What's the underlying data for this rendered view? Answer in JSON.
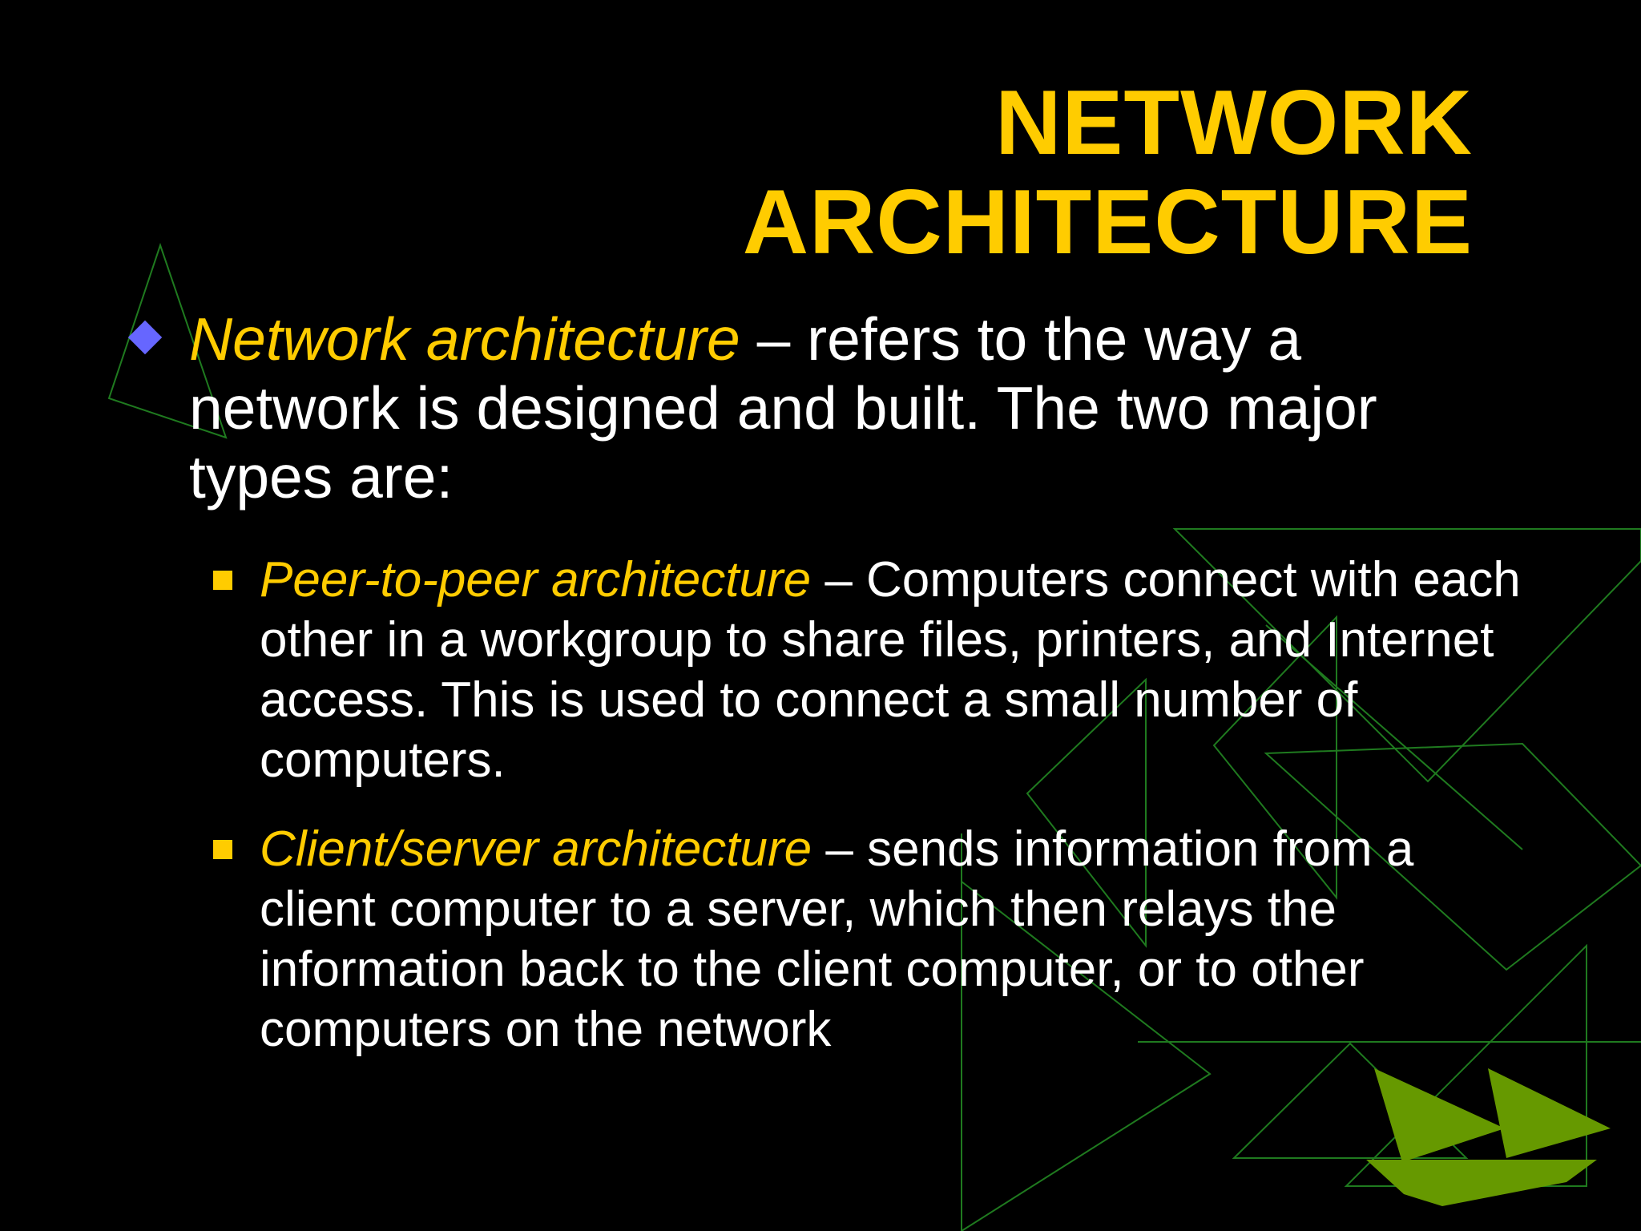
{
  "slide": {
    "title_line1": "NETWORK",
    "title_line2": "ARCHITECTURE",
    "bullet1": {
      "term": "Network architecture",
      "text": " – refers to the way a network is designed and built.  The two major types are:"
    },
    "bullet2": {
      "term": "Peer-to-peer architecture",
      "text": " – Computers connect with each other in a workgroup to share files, printers, and Internet access.   This is used to connect a small number of computers."
    },
    "bullet3": {
      "term": "Client/server architecture",
      "text": " – sends information from a client computer to a server, which then relays the information back to the client computer, or to other computers on the network"
    }
  },
  "colors": {
    "background": "#000000",
    "title": "#ffcc00",
    "body_text": "#ffffff",
    "term": "#ffcc00",
    "level1_marker": "#6666ff",
    "level2_marker": "#ffcc00",
    "decor_line": "#1f7a1f",
    "ship": "#669900"
  },
  "icons": {
    "level1_marker": "diamond-bullet-icon",
    "level2_marker": "square-bullet-icon",
    "ship": "sailing-ship-icon"
  }
}
